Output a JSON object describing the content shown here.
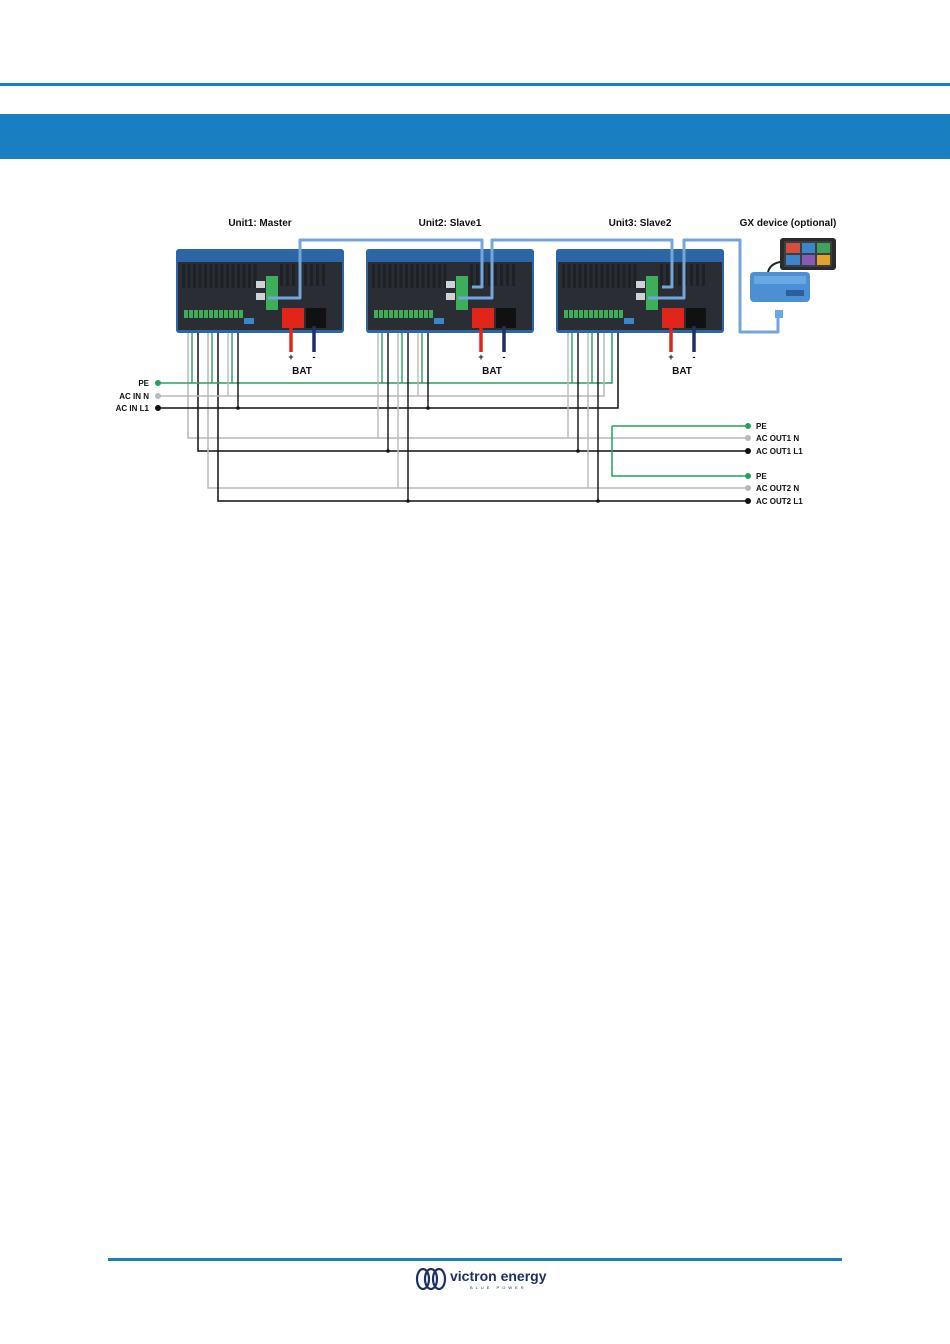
{
  "units": [
    {
      "title": "Unit1: Master",
      "bat": "BAT",
      "plus": "+",
      "minus": "-"
    },
    {
      "title": "Unit2: Slave1",
      "bat": "BAT",
      "plus": "+",
      "minus": "-"
    },
    {
      "title": "Unit3: Slave2",
      "bat": "BAT",
      "plus": "+",
      "minus": "-"
    }
  ],
  "gx": {
    "title": "GX device (optional)"
  },
  "ac_in": {
    "pe": "PE",
    "n": "AC IN N",
    "l1": "AC IN L1"
  },
  "ac_out1": {
    "pe": "PE",
    "n": "AC OUT1 N",
    "l1": "AC OUT1 L1"
  },
  "ac_out2": {
    "pe": "PE",
    "n": "AC OUT2 N",
    "l1": "AC OUT2 L1"
  },
  "logo": {
    "name": "victron energy",
    "tagline": "BLUE POWER"
  },
  "colors": {
    "brand": "#1a7fc1",
    "pe": "#22a35a",
    "neutral": "#b8b8b8",
    "line": "#111111",
    "vebus": "#74a6d8",
    "bat_plus": "#e1251b",
    "bat_minus": "#1d2f6b"
  }
}
